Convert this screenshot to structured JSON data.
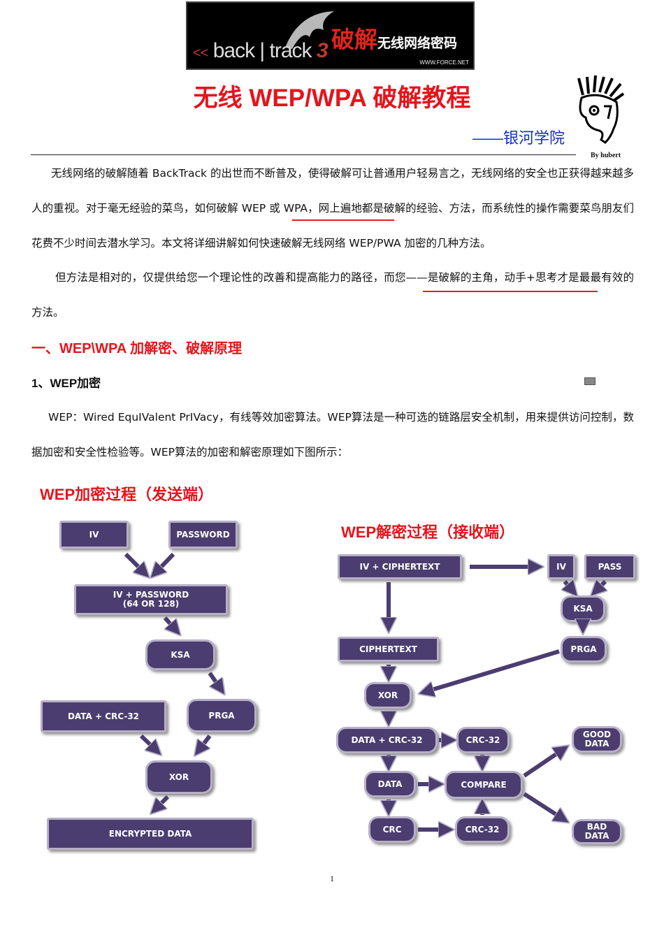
{
  "banner": {
    "brand_prefix": "<<",
    "brand": "back | track",
    "brand_version": "3",
    "crack_big": "破解",
    "crack_small": "无线网络密码",
    "site": "WWW.FORCE.NET"
  },
  "title": "无线 WEP/WPA 破解教程",
  "subtitle": "——银河学院",
  "byline": "By  hubert",
  "intro": {
    "p1": "无线网络的破解随着 BackTrack 的出世而不断普及，使得破解可让普通用户轻易言之，无线网络的安全也正获得越来越多人的重视。对于毫无经验的菜鸟，如何破解 WEP 或 WPA，网上遍地都是破解的经验、方法，而系统性的操作需要菜鸟朋友们花费不少时间去潜水学习。本文将详细讲解如何快速破解无线网络 WEP/PWA 加密的几种方法。",
    "p2": "但方法是相对的，仅提供给您一个理论性的改善和提高能力的路径，而您——是破解的主角，动手+思考才是最最有效的方法。"
  },
  "section1": "一、WEP\\WPA 加解密、破解原理",
  "subsection1": "1、WEP加密",
  "wep_para": "WEP：Wired EquIValent PrIVacy，有线等效加密算法。WEP算法是一种可选的链路层安全机制，用来提供访问控制，数据加密和安全性检验等。WEP算法的加密和解密原理如下图所示：",
  "enc_diagram": {
    "title": "WEP加密过程（发送端）",
    "iv": "IV",
    "password": "PASSWORD",
    "iv_password": "IV + PASSWORD\n(64 OR 128)",
    "ksa": "KSA",
    "data_crc": "DATA + CRC-32",
    "prga": "PRGA",
    "xor": "XOR",
    "encrypted": "ENCRYPTED DATA"
  },
  "dec_diagram": {
    "title": "WEP解密过程（接收端）",
    "iv_cipher": "IV + CIPHERTEXT",
    "iv": "IV",
    "pass": "PASS",
    "ksa": "KSA",
    "ciphertext": "CIPHERTEXT",
    "prga": "PRGA",
    "xor": "XOR",
    "data_crc": "DATA + CRC-32",
    "crc32_top": "CRC-32",
    "good": "GOOD\nDATA",
    "data": "DATA",
    "compare": "COMPARE",
    "crc": "CRC",
    "crc32_bottom": "CRC-32",
    "bad": "BAD\nDATA"
  },
  "page_number": "1",
  "colors": {
    "accent_red": "#e5141c",
    "subtitle_blue": "#1530c8",
    "box_fill": "#4b3d70"
  }
}
